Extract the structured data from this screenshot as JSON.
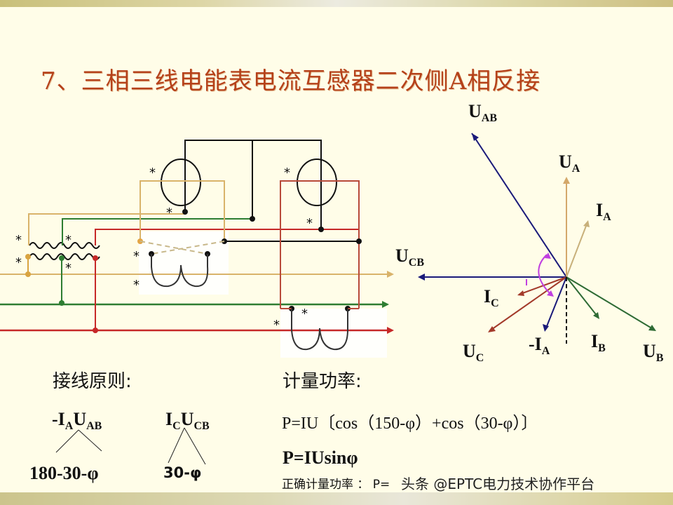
{
  "title": "7、三相三线电能表电流互感器二次侧A相反接",
  "phasor_labels": {
    "u_ab": {
      "main": "U",
      "sub": "AB"
    },
    "u_a": {
      "main": "U",
      "sub": "A"
    },
    "i_a": {
      "main": "I",
      "sub": "A"
    },
    "u_cb": {
      "main": "U",
      "sub": "CB"
    },
    "i_c": {
      "main": "I",
      "sub": "C"
    },
    "u_c": {
      "main": "U",
      "sub": "C"
    },
    "neg_i_a": {
      "main": "-I",
      "sub": "A"
    },
    "i_b": {
      "main": "I",
      "sub": "B"
    },
    "u_b": {
      "main": "U",
      "sub": "B"
    }
  },
  "polarity_mark": "*",
  "wiring_principle": {
    "heading": "接线原则:",
    "element1": {
      "term1_main": "-I",
      "term1_sub": "A",
      "term2_main": "U",
      "term2_sub": "AB",
      "angle": "180-30-φ"
    },
    "element2": {
      "term1_main": "I",
      "term1_sub": "C",
      "term2_main": "U",
      "term2_sub": "CB",
      "angle": "30-φ"
    }
  },
  "metered_power": {
    "heading": "计量功率:",
    "formula1": "P=IU〔cos（150-φ）+cos（30-φ）〕",
    "formula2": "P=IUsinφ",
    "correct_label": "正确计量功率 ： P=",
    "watermark": "头条 @EPTC电力技术协作平台"
  },
  "colors": {
    "title": "#b5411a",
    "phase_a": "#d9a441",
    "phase_b": "#2e7d32",
    "phase_c": "#c62828",
    "voltage_line": "#1a1a7a",
    "angle_arc": "#c040e0",
    "background": "#fffde8"
  }
}
